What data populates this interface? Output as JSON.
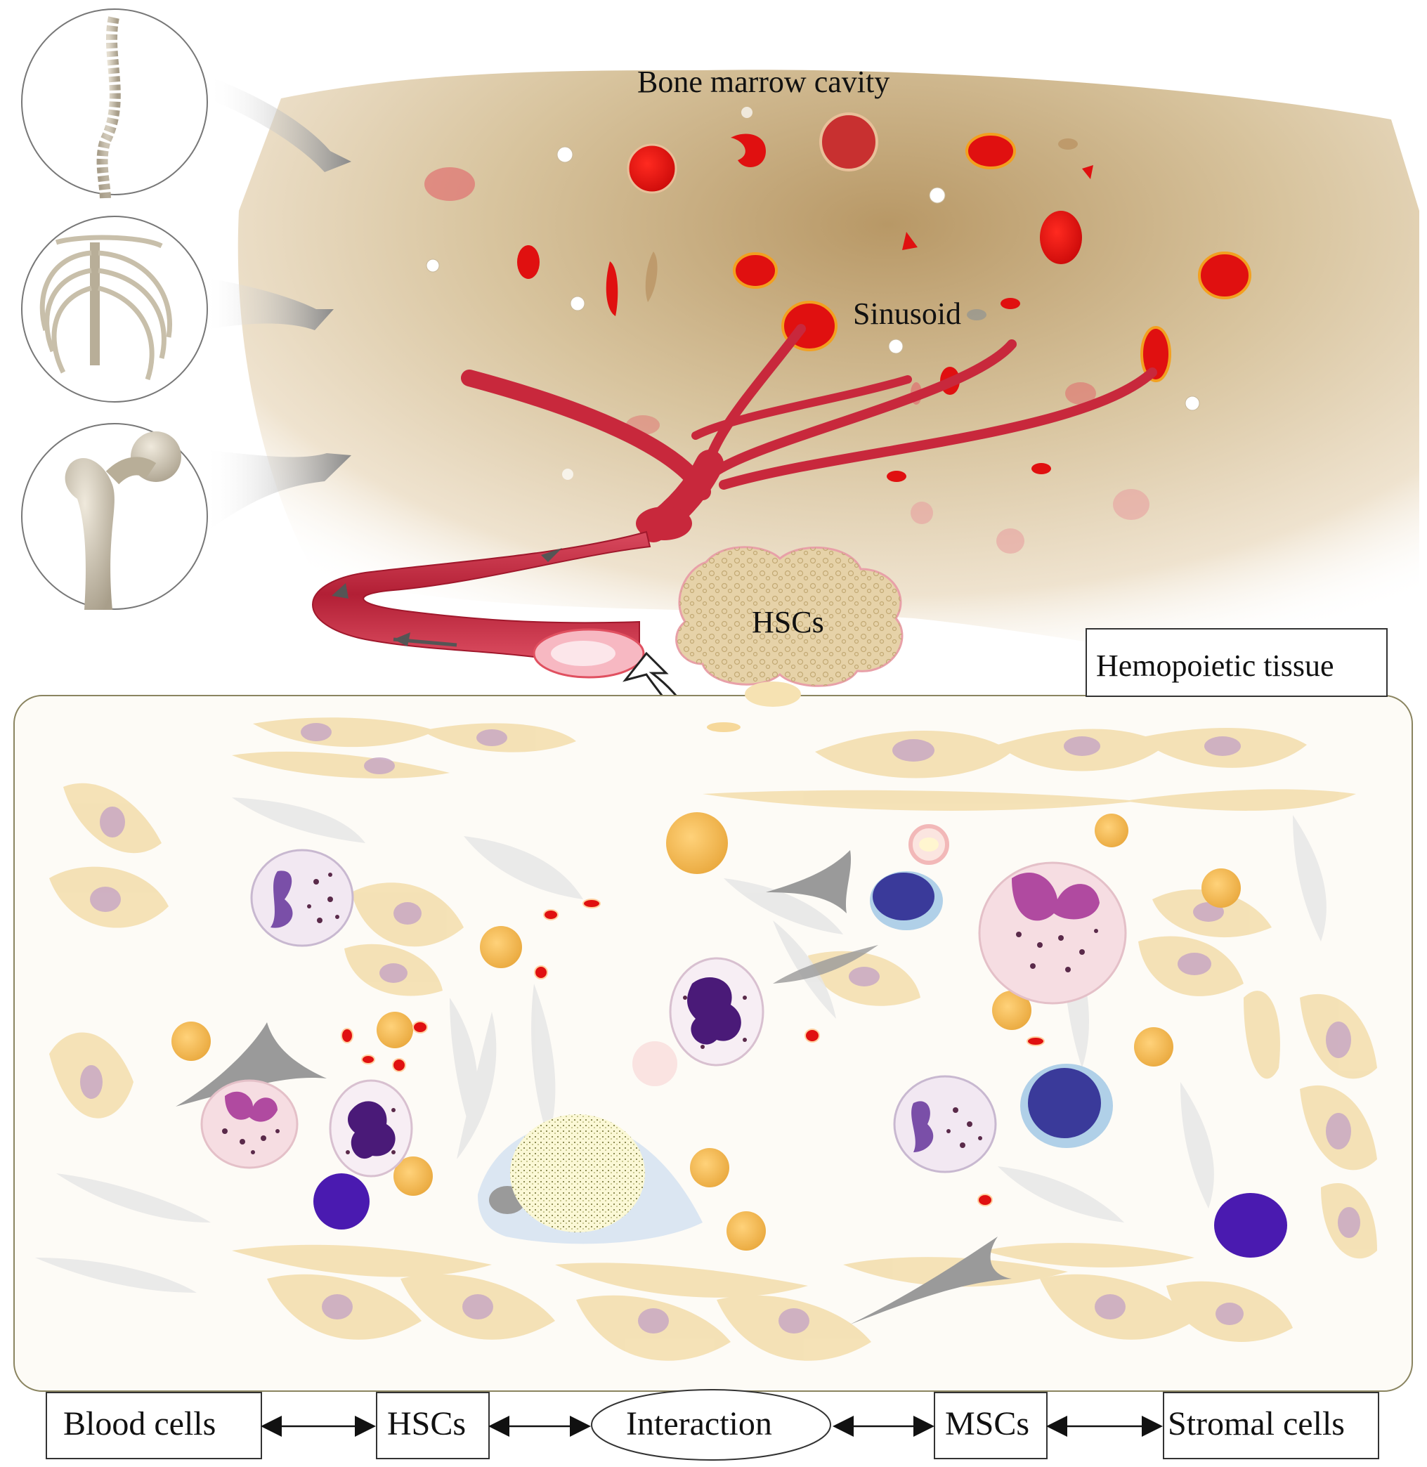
{
  "labels": {
    "bone_marrow_cavity": "Bone marrow cavity",
    "sinusoid": "Sinusoid",
    "hscs_cluster": "HSCs",
    "hemopoietic_tissue": "Hemopoietic tissue"
  },
  "interaction_row": {
    "blood_cells": "Blood cells",
    "hscs": "HSCs",
    "interaction": "Interaction",
    "mscs": "MSCs",
    "stromal_cells": "Stromal cells"
  },
  "colors": {
    "marrow_tan": "#c9ae82",
    "vessel_red": "#c8283c",
    "rbc_red": "#e01010",
    "stromal_yellow": "#f1d9a6",
    "nucleus_purple": "#7a4fa8",
    "box_border": "#333333"
  },
  "icons": [
    "spine-icon",
    "ribcage-icon",
    "femur-icon"
  ]
}
